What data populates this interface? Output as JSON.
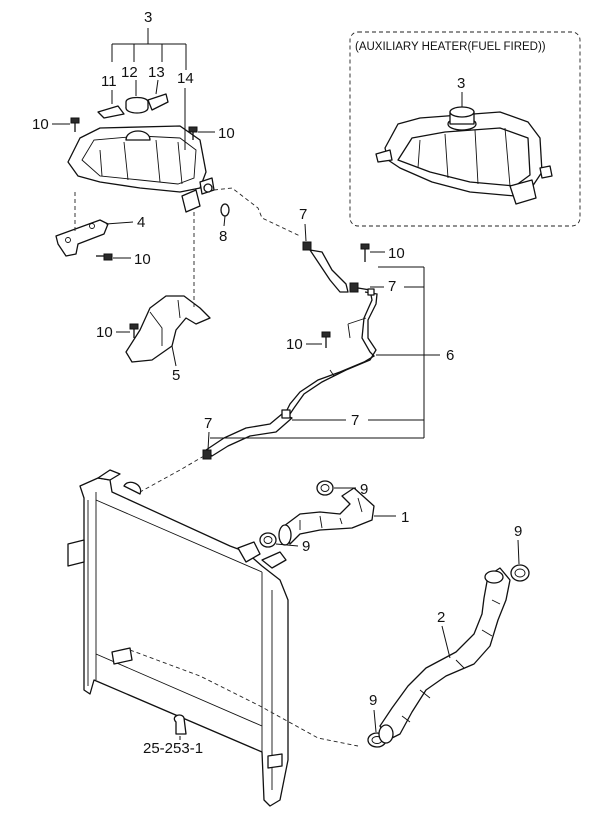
{
  "inset": {
    "title": "(AUXILIARY HEATER(FUEL FIRED))",
    "label": "3"
  },
  "labels": {
    "p1": "1",
    "p2": "2",
    "p3": "3",
    "p4": "4",
    "p5": "5",
    "p6": "6",
    "p7": "7",
    "p8": "8",
    "p9": "9",
    "p10": "10",
    "p11": "11",
    "p12": "12",
    "p13": "13",
    "p14": "14"
  },
  "reference": "25-253-1"
}
